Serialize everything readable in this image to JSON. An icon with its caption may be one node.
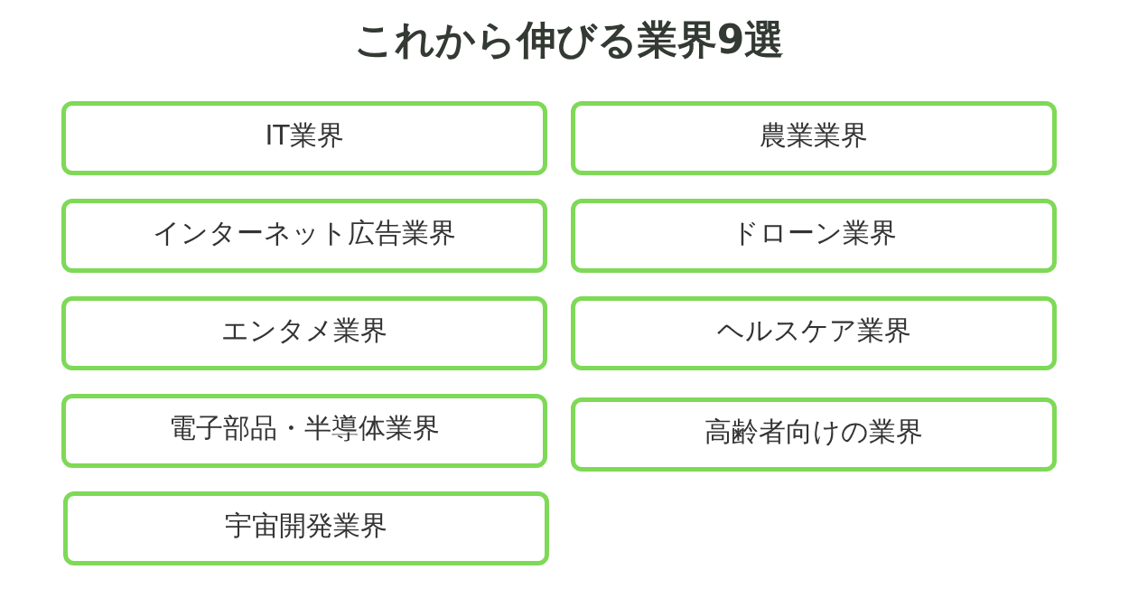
{
  "diagram": {
    "title": "これから伸びる業界9選",
    "nodes": [
      {
        "text": [
          "IT業界"
        ]
      },
      {
        "text": [
          "農業業界"
        ]
      },
      {
        "text": [
          "インターネット広告業界"
        ]
      },
      {
        "text": [
          "ドローン業界"
        ]
      },
      {
        "text": [
          "エンタメ業界"
        ]
      },
      {
        "text": [
          "ヘルスケア業界"
        ]
      },
      {
        "text": [
          "電子部品・半導体業界"
        ]
      },
      {
        "text": [
          "高齢者向けの業界"
        ]
      },
      {
        "text": [
          "宇宙開発業界"
        ]
      }
    ],
    "edges": []
  }
}
